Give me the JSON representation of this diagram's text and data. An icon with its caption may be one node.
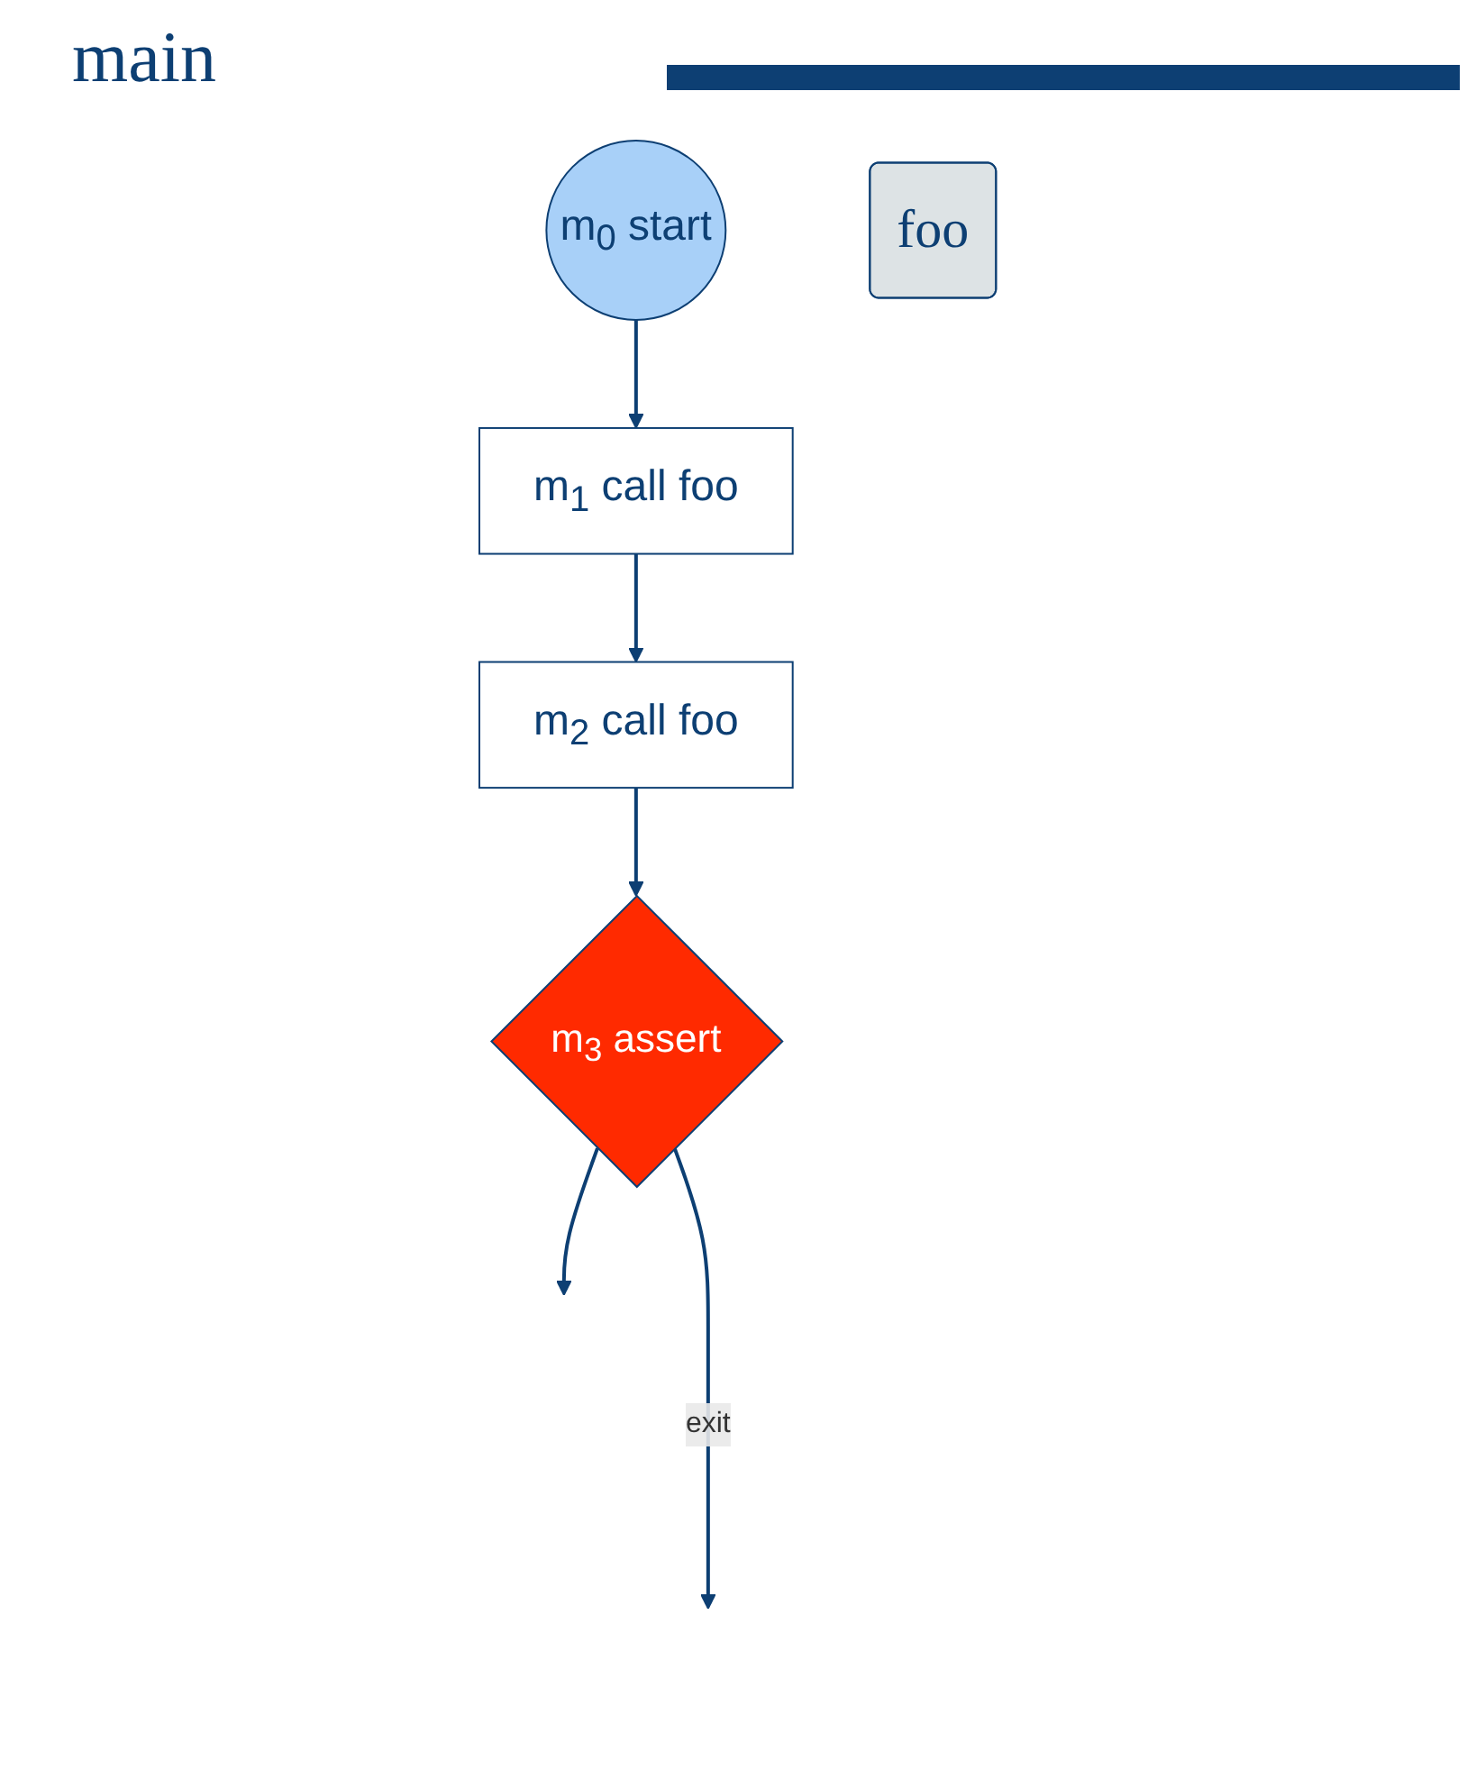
{
  "diagram": {
    "title": "main",
    "nodes": [
      {
        "text": [
          "m$_{0}$",
          "start"
        ]
      },
      {
        "text": [
          "m$_{1}$",
          "call foo"
        ]
      },
      {
        "text": [
          "m$_{2}$",
          "call foo"
        ]
      },
      {
        "text": [
          "m$_{3}$",
          "assert"
        ]
      },
      {
        "text": [
          "foo"
        ]
      }
    ],
    "edges": [
      {
        "from": 0,
        "to": 1,
        "arrow": "to"
      },
      {
        "from": 1,
        "to": 2,
        "arrow": "to"
      },
      {
        "from": 2,
        "to": 3,
        "arrow": "to"
      },
      {
        "from": 3,
        "to": null,
        "arrow": "to",
        "label": "exit"
      },
      {
        "from": 3,
        "to": null,
        "arrow": "to"
      }
    ]
  }
}
